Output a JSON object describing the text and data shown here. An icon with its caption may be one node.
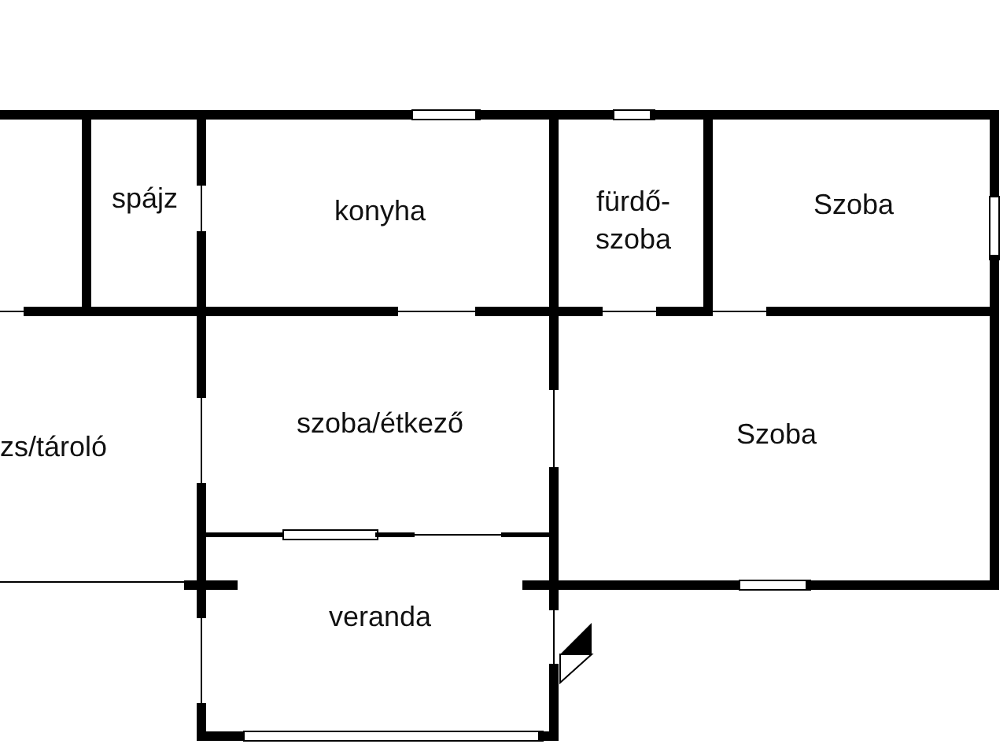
{
  "diagram": {
    "nodes": [
      {
        "text": [
          "spájz"
        ]
      },
      {
        "text": [
          "konyha"
        ]
      },
      {
        "text": [
          "fürdő- szoba"
        ]
      },
      {
        "text": [
          "Szoba"
        ]
      },
      {
        "text": [
          "zs/tároló"
        ]
      },
      {
        "text": [
          "szoba/étkező"
        ]
      },
      {
        "text": [
          "Szoba"
        ]
      },
      {
        "text": [
          "veranda"
        ]
      }
    ],
    "edges": []
  }
}
